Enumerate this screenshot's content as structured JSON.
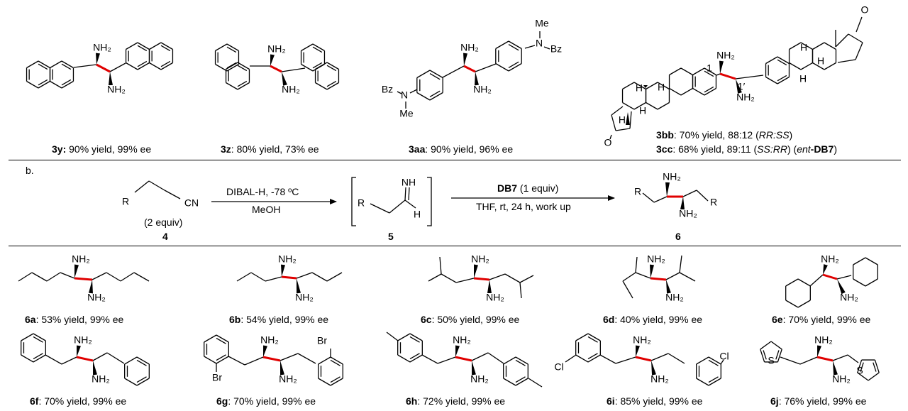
{
  "panel_label": "b.",
  "atoms": {
    "nh2": "NH₂",
    "nh": "NH",
    "me": "Me",
    "n": "N",
    "bz": "Bz",
    "r": "R",
    "cn": "CN",
    "h": "H",
    "o": "O",
    "br": "Br",
    "cl": "Cl",
    "s": "S",
    "pos1": "1",
    "pos1p": "1′"
  },
  "top_row": [
    {
      "id": "3y",
      "id_suffix": ":",
      "text": " 90% yield, 99% ee"
    },
    {
      "id": "3z",
      "id_suffix": ":",
      "text": " 80% yield, 73% ee"
    },
    {
      "id": "3aa",
      "id_suffix": ":",
      "text": " 90% yield, 96% ee"
    },
    {
      "id": "3bb",
      "id_suffix": ":",
      "text": " 70% yield, 88:12 (",
      "ratio": "RR:SS",
      "tail": ")"
    },
    {
      "id": "3cc",
      "id_suffix": ":",
      "text": " 68% yield, 89:11 (",
      "ratio": "SS:RR",
      "mid": ") (",
      "ent": "ent",
      "ent_cmp": "-DB7",
      "tail": ")"
    }
  ],
  "scheme": {
    "nitrile_label": "4",
    "nitrile_equiv": "(2 equiv)",
    "step1_top": "DIBAL-H, -78 ºC",
    "step1_bottom": "MeOH",
    "imine_label": "5",
    "step2_reagent": "DB7",
    "step2_reagent_tail": " (1 equiv)",
    "step2_bottom": "THF, rt, 24 h, work up",
    "product_label": "6"
  },
  "products": [
    {
      "id": "6a",
      "text": ": 53% yield, 99% ee"
    },
    {
      "id": "6b",
      "text": ": 54% yield, 99% ee"
    },
    {
      "id": "6c",
      "text": ": 50% yield, 99% ee"
    },
    {
      "id": "6d",
      "text": ": 40% yield, 99% ee"
    },
    {
      "id": "6e",
      "text": ": 70% yield, 99% ee"
    },
    {
      "id": "6f",
      "text": ": 70% yield, 99% ee"
    },
    {
      "id": "6g",
      "text": ": 70% yield, 99% ee"
    },
    {
      "id": "6h",
      "text": ": 72% yield, 99% ee"
    },
    {
      "id": "6i",
      "text": ": 85% yield, 99% ee"
    },
    {
      "id": "6j",
      "text": ": 76% yield, 99% ee"
    }
  ],
  "colors": {
    "bond": "#000000",
    "stereo_bond": "#e00000"
  }
}
